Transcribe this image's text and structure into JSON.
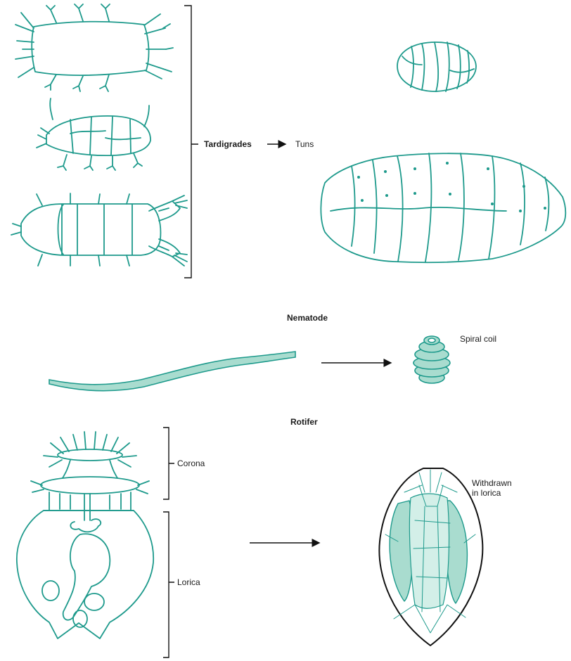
{
  "labels": {
    "tardigrades": "Tardigrades",
    "tuns": "Tuns",
    "nematode": "Nematode",
    "spiral_coil": "Spiral coil",
    "rotifer": "Rotifer",
    "corona": "Corona",
    "lorica": "Lorica",
    "withdrawn": "Withdrawn\nin lorica"
  },
  "colors": {
    "ink": "#1e9a8c",
    "fill": "#a9dccf",
    "fill_light": "#d3efe8",
    "line": "#111111"
  },
  "icons": [
    "arrow-right-icon"
  ]
}
